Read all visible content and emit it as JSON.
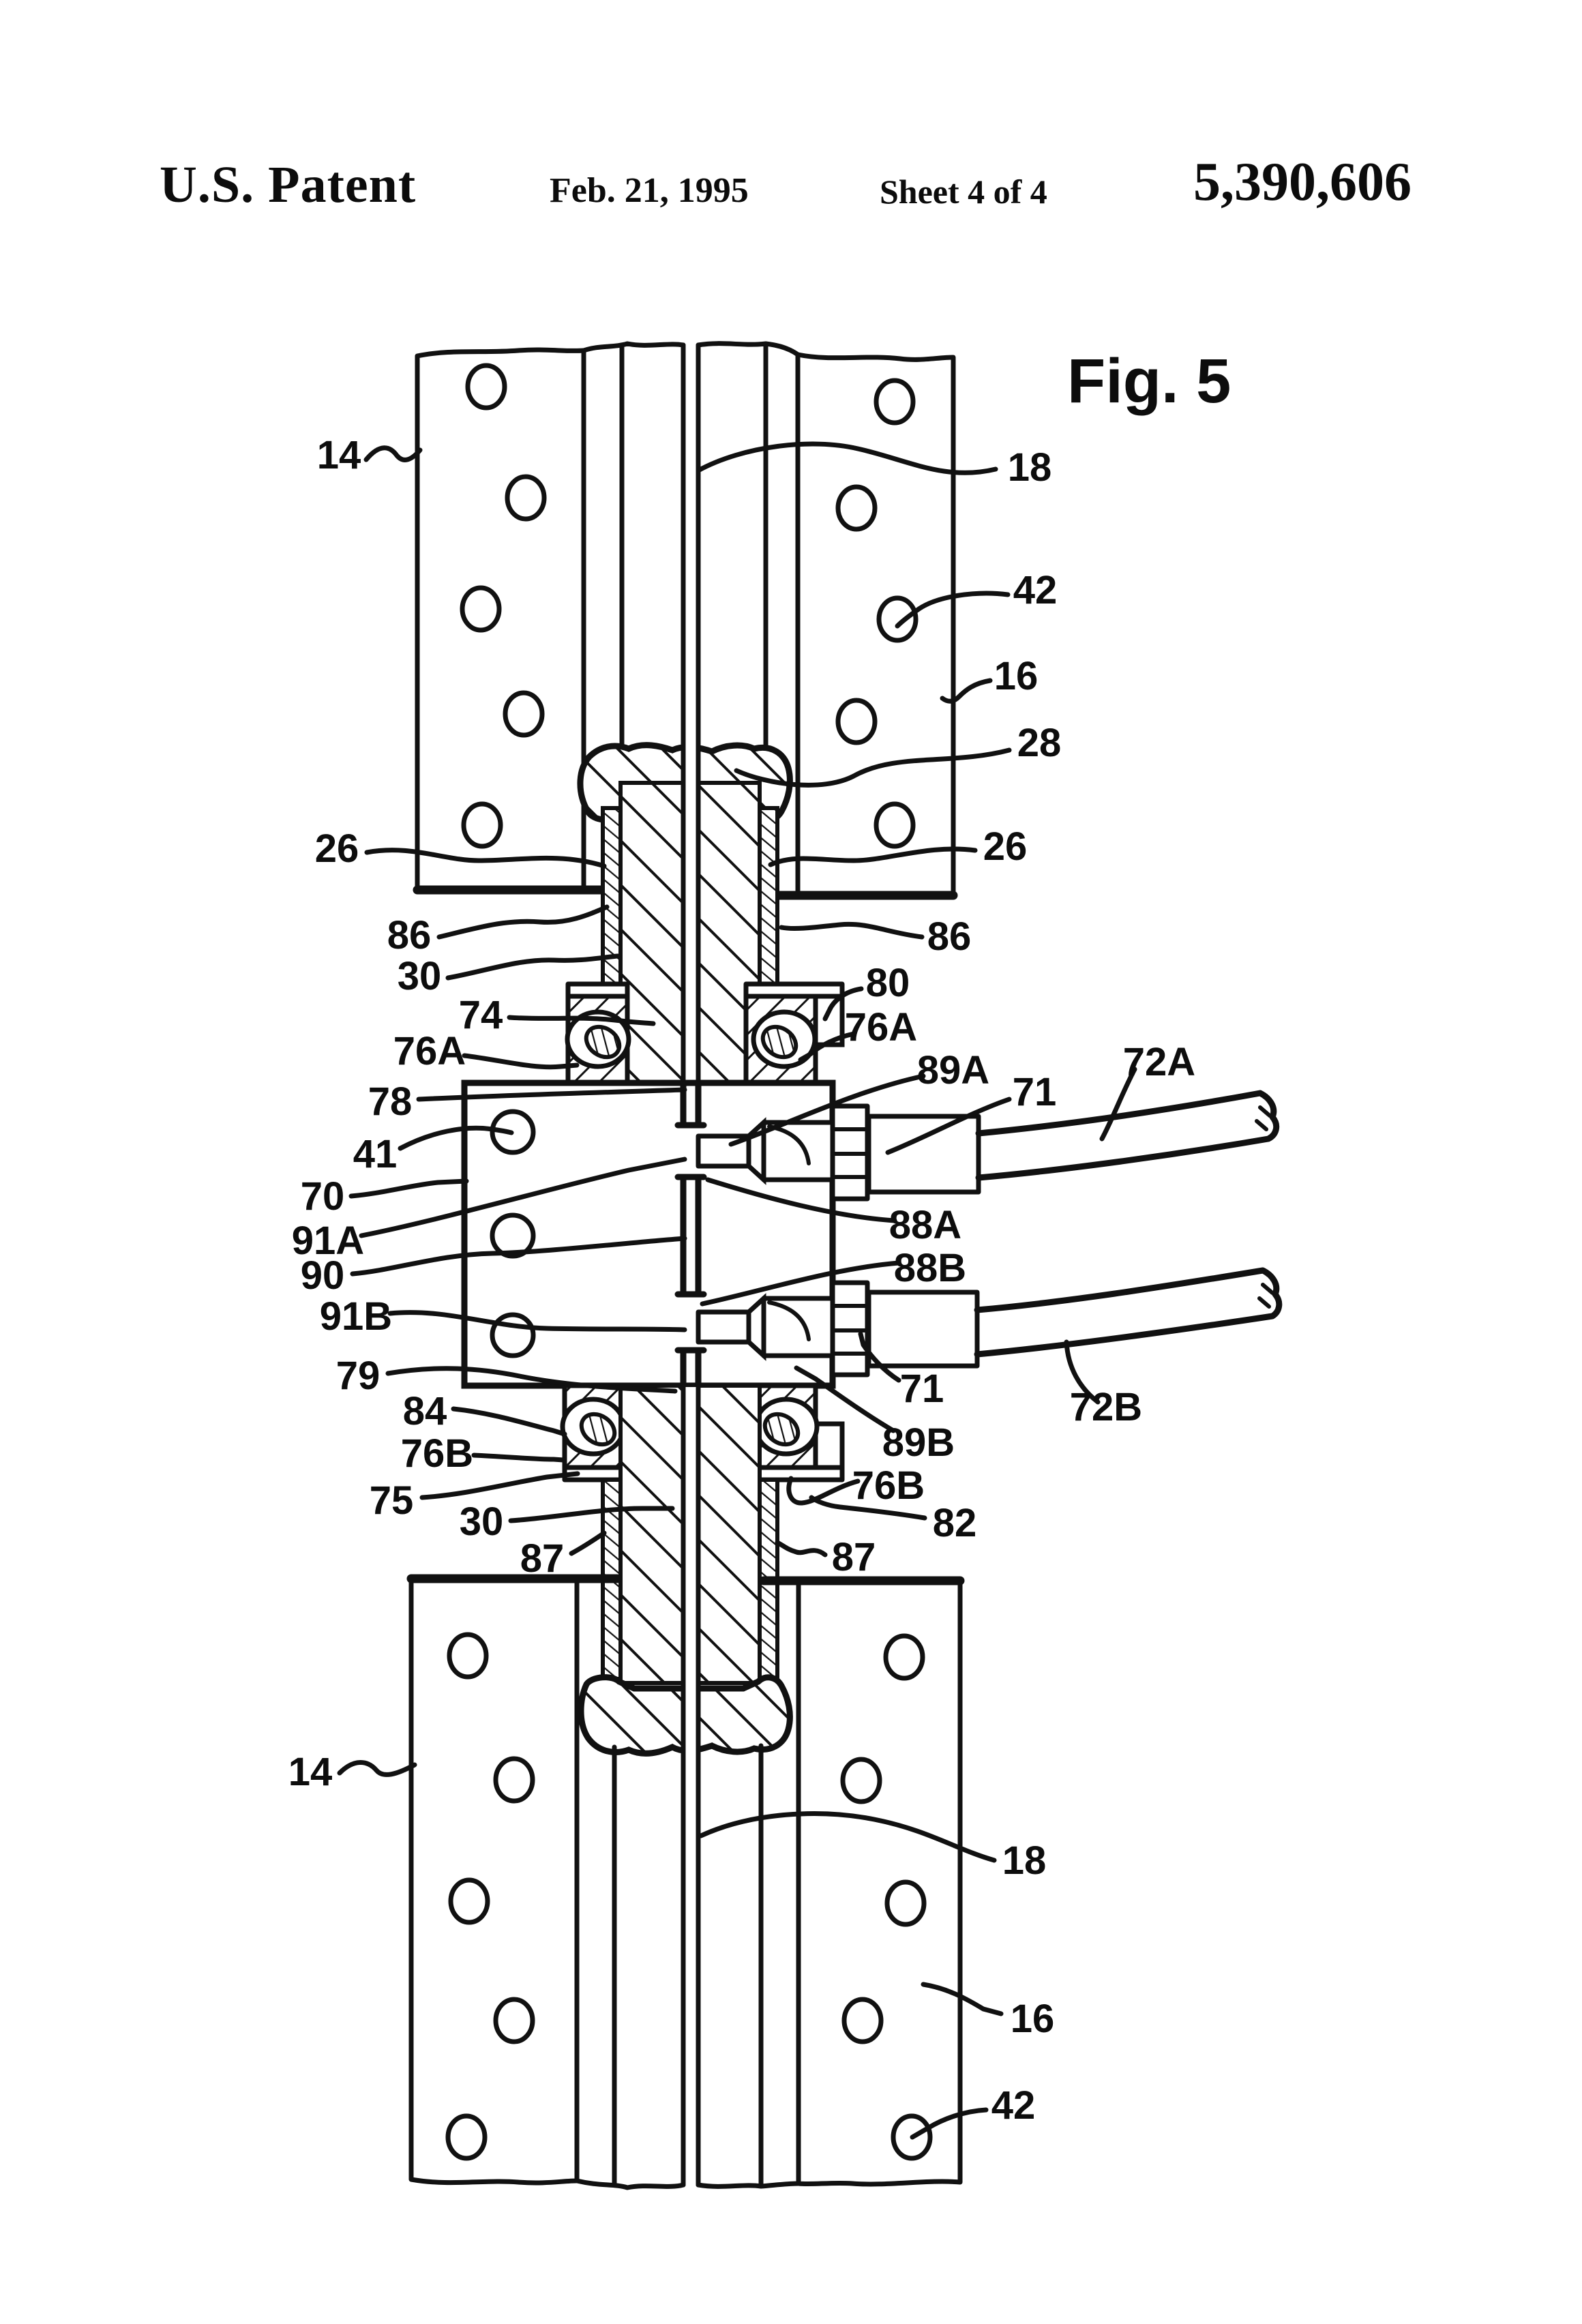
{
  "page": {
    "paper_color": "#ffffff",
    "ink_color": "#111111"
  },
  "header": {
    "title": "U.S. Patent",
    "date": "Feb. 21, 1995",
    "sheet": "Sheet 4 of 4",
    "patent_number": "5,390,606"
  },
  "figure": {
    "caption": "Fig. 5",
    "description": "Sectional view of insulated rail joint with bolt assembly and two signal cable connectors",
    "reference_labels": {
      "l14_top": "14",
      "l18_top": "18",
      "l42_top": "42",
      "l16_top": "16",
      "l28": "28",
      "l26_left": "26",
      "l26_right": "26",
      "l86_left": "86",
      "l86_right": "86",
      "l30_top": "30",
      "l80": "80",
      "l74": "74",
      "l76a_left": "76A",
      "l76a_right": "76A",
      "l78": "78",
      "l41": "41",
      "l70": "70",
      "l91a": "91A",
      "l90": "90",
      "l91b": "91B",
      "l89a": "89A",
      "l71_top": "71",
      "l72a": "72A",
      "l88a": "88A",
      "l88b": "88B",
      "l79": "79",
      "l84": "84",
      "l76b_left": "76B",
      "l75": "75",
      "l30_bottom": "30",
      "l87_left": "87",
      "l87_right": "87",
      "l82": "82",
      "l89b": "89B",
      "l71_bottom": "71",
      "l72b": "72B",
      "l76b_right": "76B",
      "l14_bottom": "14",
      "l18_bottom": "18",
      "l16_bottom": "16",
      "l42_bottom": "42"
    }
  }
}
